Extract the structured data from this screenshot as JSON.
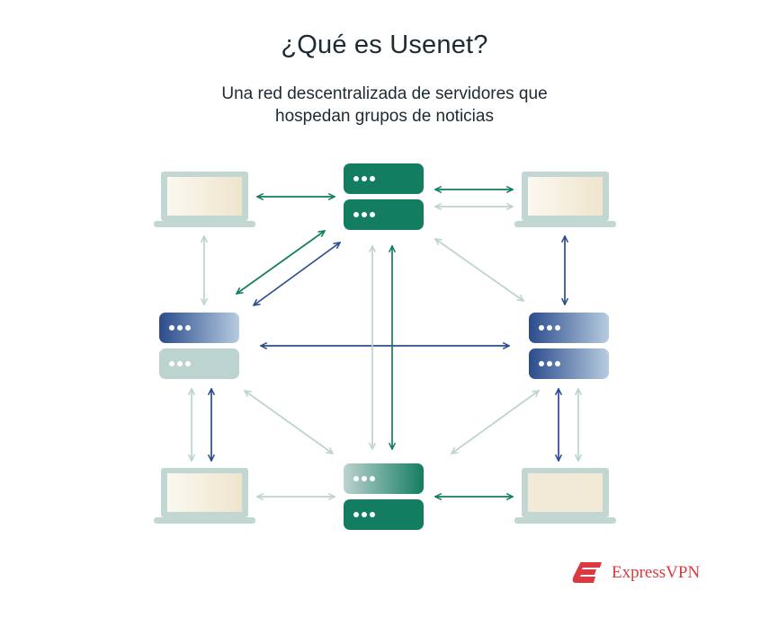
{
  "header": {
    "title": "¿Qué es Usenet?",
    "subtitle_line1": "Una red descentralizada de servidores que",
    "subtitle_line2": "hospedan grupos de noticias"
  },
  "brand": {
    "name": "ExpressVPN",
    "logo_icon": "expressvpn-logo-icon",
    "color": "#da3940"
  },
  "colors": {
    "green": "#137d62",
    "navy": "#2b4c8c",
    "light": "#bcd3cf",
    "laptop_frame": "#c2d7d2",
    "laptop_screen": "#f2ead6"
  },
  "nodes": {
    "servers": [
      "server-top",
      "server-left",
      "server-right",
      "server-bottom"
    ],
    "laptops": [
      "laptop-top-left",
      "laptop-top-right",
      "laptop-bottom-left",
      "laptop-bottom-right"
    ]
  }
}
